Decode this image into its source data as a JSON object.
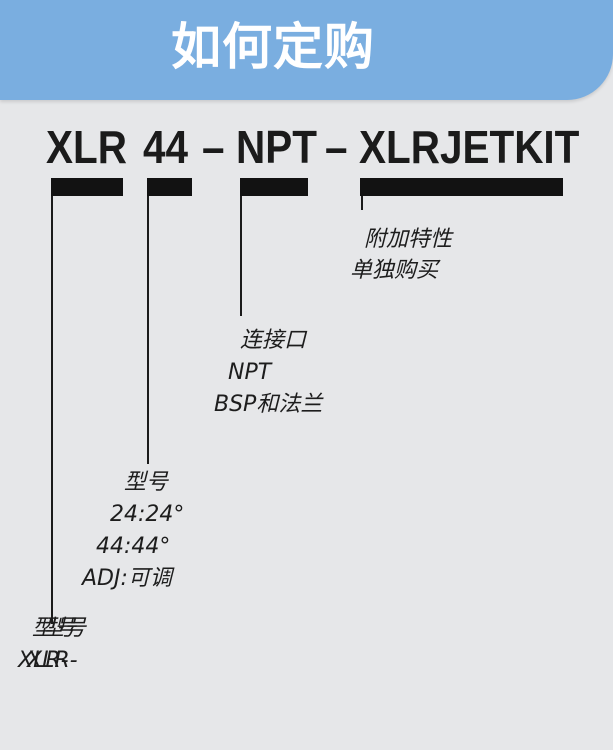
{
  "header": {
    "title": "如何定购"
  },
  "code": {
    "seg_model": "XLR",
    "seg_size": "44",
    "seg_dash1": "–",
    "seg_connection": "NPT",
    "seg_dash2": "–",
    "seg_kit": "XLRJETKIT"
  },
  "annotations": {
    "kit": [
      "附加特性",
      "单独购买"
    ],
    "connection": [
      "连接口",
      "NPT",
      "BSP和法兰"
    ],
    "size": [
      "型号",
      "24:24°",
      "44:44°",
      "ADJ:可调"
    ],
    "model": {
      "label_a": "型号",
      "label_b": "型号",
      "value_a": "XLR-",
      "value_b": "XLR-"
    }
  }
}
